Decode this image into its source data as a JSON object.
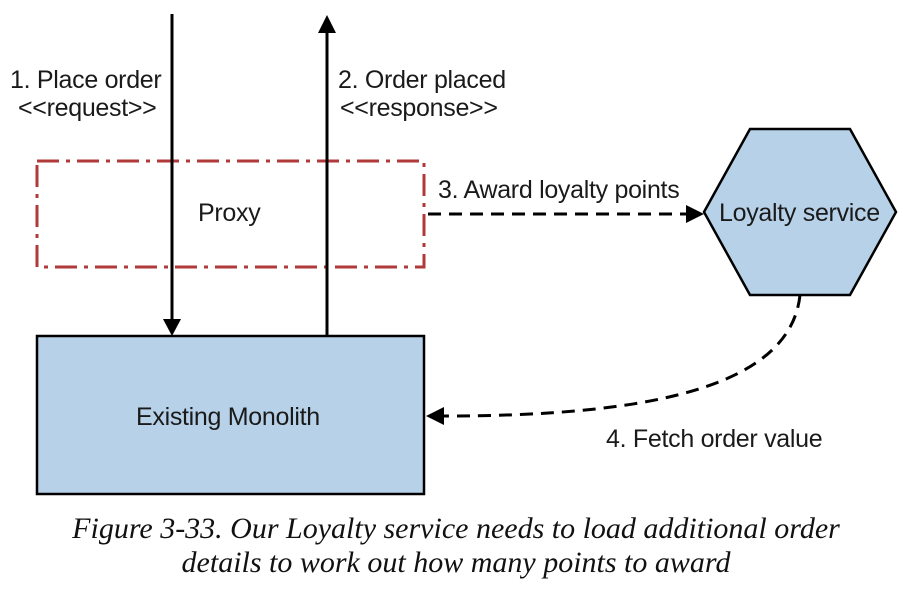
{
  "diagram": {
    "step1_title": "1. Place order",
    "step1_stereotype": "<<request>>",
    "step2_title": "2. Order placed",
    "step2_stereotype": "<<response>>",
    "step3_label": "3. Award loyalty points",
    "step4_label": "4. Fetch order value",
    "proxy_label": "Proxy",
    "loyalty_label": "Loyalty service",
    "monolith_label": "Existing Monolith"
  },
  "caption": {
    "line1": "Figure 3-33. Our Loyalty service needs to load additional order",
    "line2": "details to work out how many points to award"
  },
  "colors": {
    "box_fill": "#b7d2e8",
    "stroke": "#000000",
    "proxy_border": "#b03a3a"
  }
}
